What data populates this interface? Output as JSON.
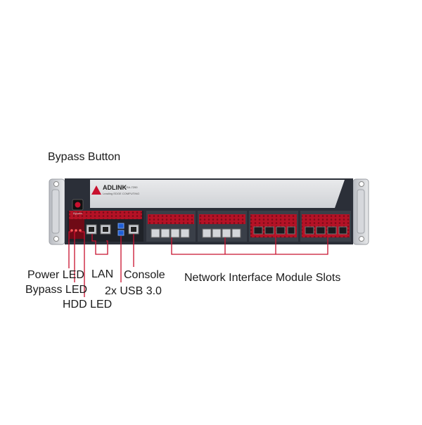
{
  "device": {
    "brand": "ADLINK",
    "brand_tagline": "Leading EDGE COMPUTING",
    "model": "CSA-7200",
    "button_caption": "Bypass"
  },
  "labels": {
    "bypass_button": "Bypass Button",
    "power_led": "Power LED",
    "bypass_led": "Bypass LED",
    "hdd_led": "HDD LED",
    "lan": "LAN",
    "usb": "2x USB 3.0",
    "console": "Console",
    "nim_slots": "Network Interface Module Slots"
  },
  "colors": {
    "callout": "#c8102e",
    "chassis_dark": "#2b2f38",
    "accent_red": "#c8102e",
    "panel_silver": "#dcdde0"
  }
}
